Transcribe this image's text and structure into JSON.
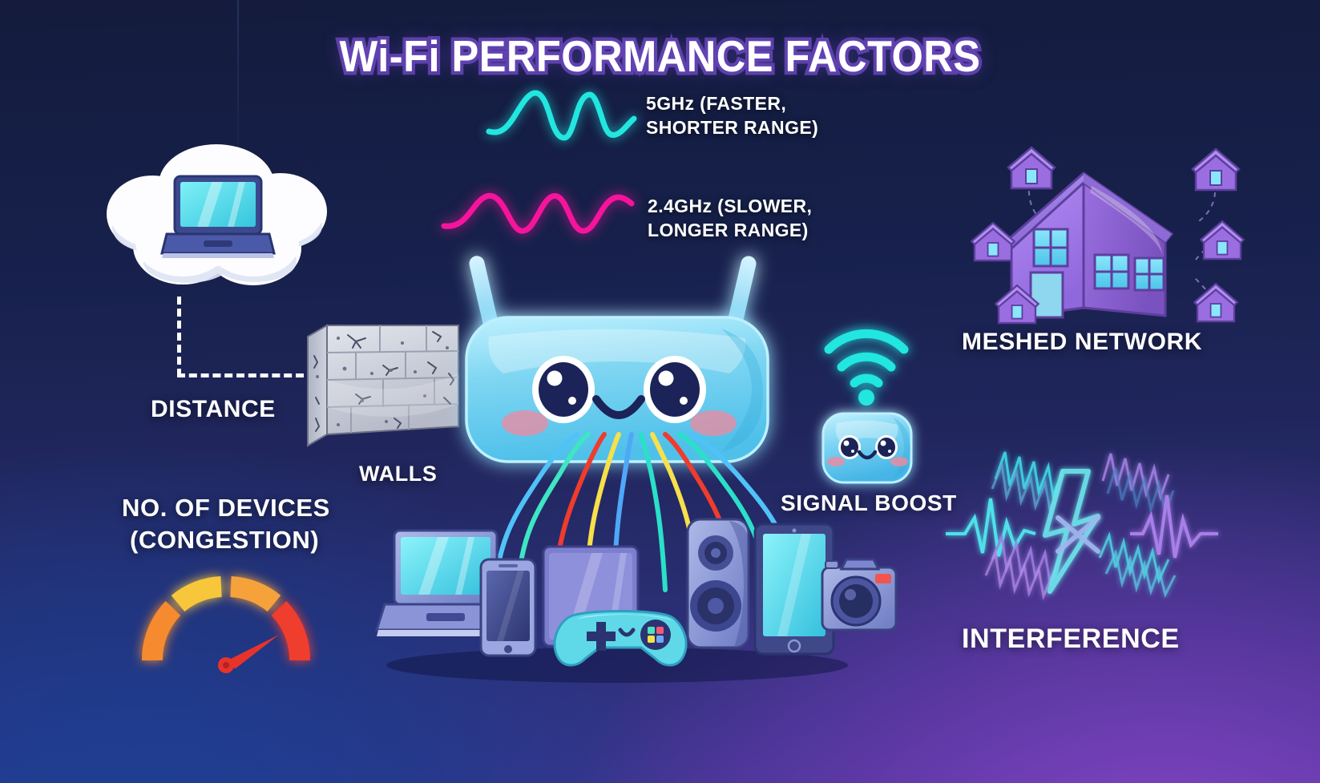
{
  "title": "Wi-Fi PERFORMANCE FACTORS",
  "bands": [
    {
      "id": "band-5ghz",
      "line1": "5GHz (FASTER,",
      "line2": "SHORTER RANGE)",
      "color": "#22e6e0"
    },
    {
      "id": "band-24ghz",
      "line1": "2.4GHz (SLOWER,",
      "line2": "LONGER RANGE)",
      "color": "#f5149b"
    }
  ],
  "factors": {
    "distance": "DISTANCE",
    "walls": "WALLS",
    "devices_line1": "NO. OF DEVICES",
    "devices_line2": "(CONGESTION)",
    "signal_boost": "SIGNAL BOOST",
    "meshed_network": "MESHED NETWORK",
    "interference": "INTERFERENCE"
  },
  "colors": {
    "bg_top": "#141b3d",
    "bg_bottom_left": "#1a4296",
    "bg_bottom_right": "#6b3fb5",
    "title_fill": "#ffffff",
    "title_outline": "#5b3fa8",
    "cyan": "#22e6e0",
    "magenta": "#f5149b",
    "router_body": "#7fd6f2",
    "house_purple": "#9a6ee0",
    "wall_gray": "#c9ccd6"
  },
  "cables": [
    "#4fc3f7",
    "#3ee6c4",
    "#ef3c2d",
    "#f7e04a",
    "#4fa8f7",
    "#2ae0c8",
    "#ef3c2d",
    "#3ee6c4"
  ],
  "gauge": {
    "segments": [
      "#f58a2e",
      "#f7c63a",
      "#f5a23a",
      "#ef3c2d"
    ],
    "needle_color": "#e8332a",
    "needle_angle_deg": 52
  },
  "mesh": {
    "satellite_count": 6
  }
}
